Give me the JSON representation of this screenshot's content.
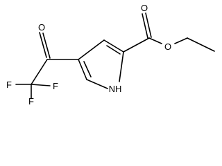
{
  "molecule": {
    "atoms": {
      "ketone_oxygen": "O",
      "carbonyl_oxygen": "O",
      "ester_oxygen": "O",
      "fluorine_top": "F",
      "fluorine_left": "F",
      "fluorine_bottom": "F",
      "ring_nh": "NH"
    }
  }
}
